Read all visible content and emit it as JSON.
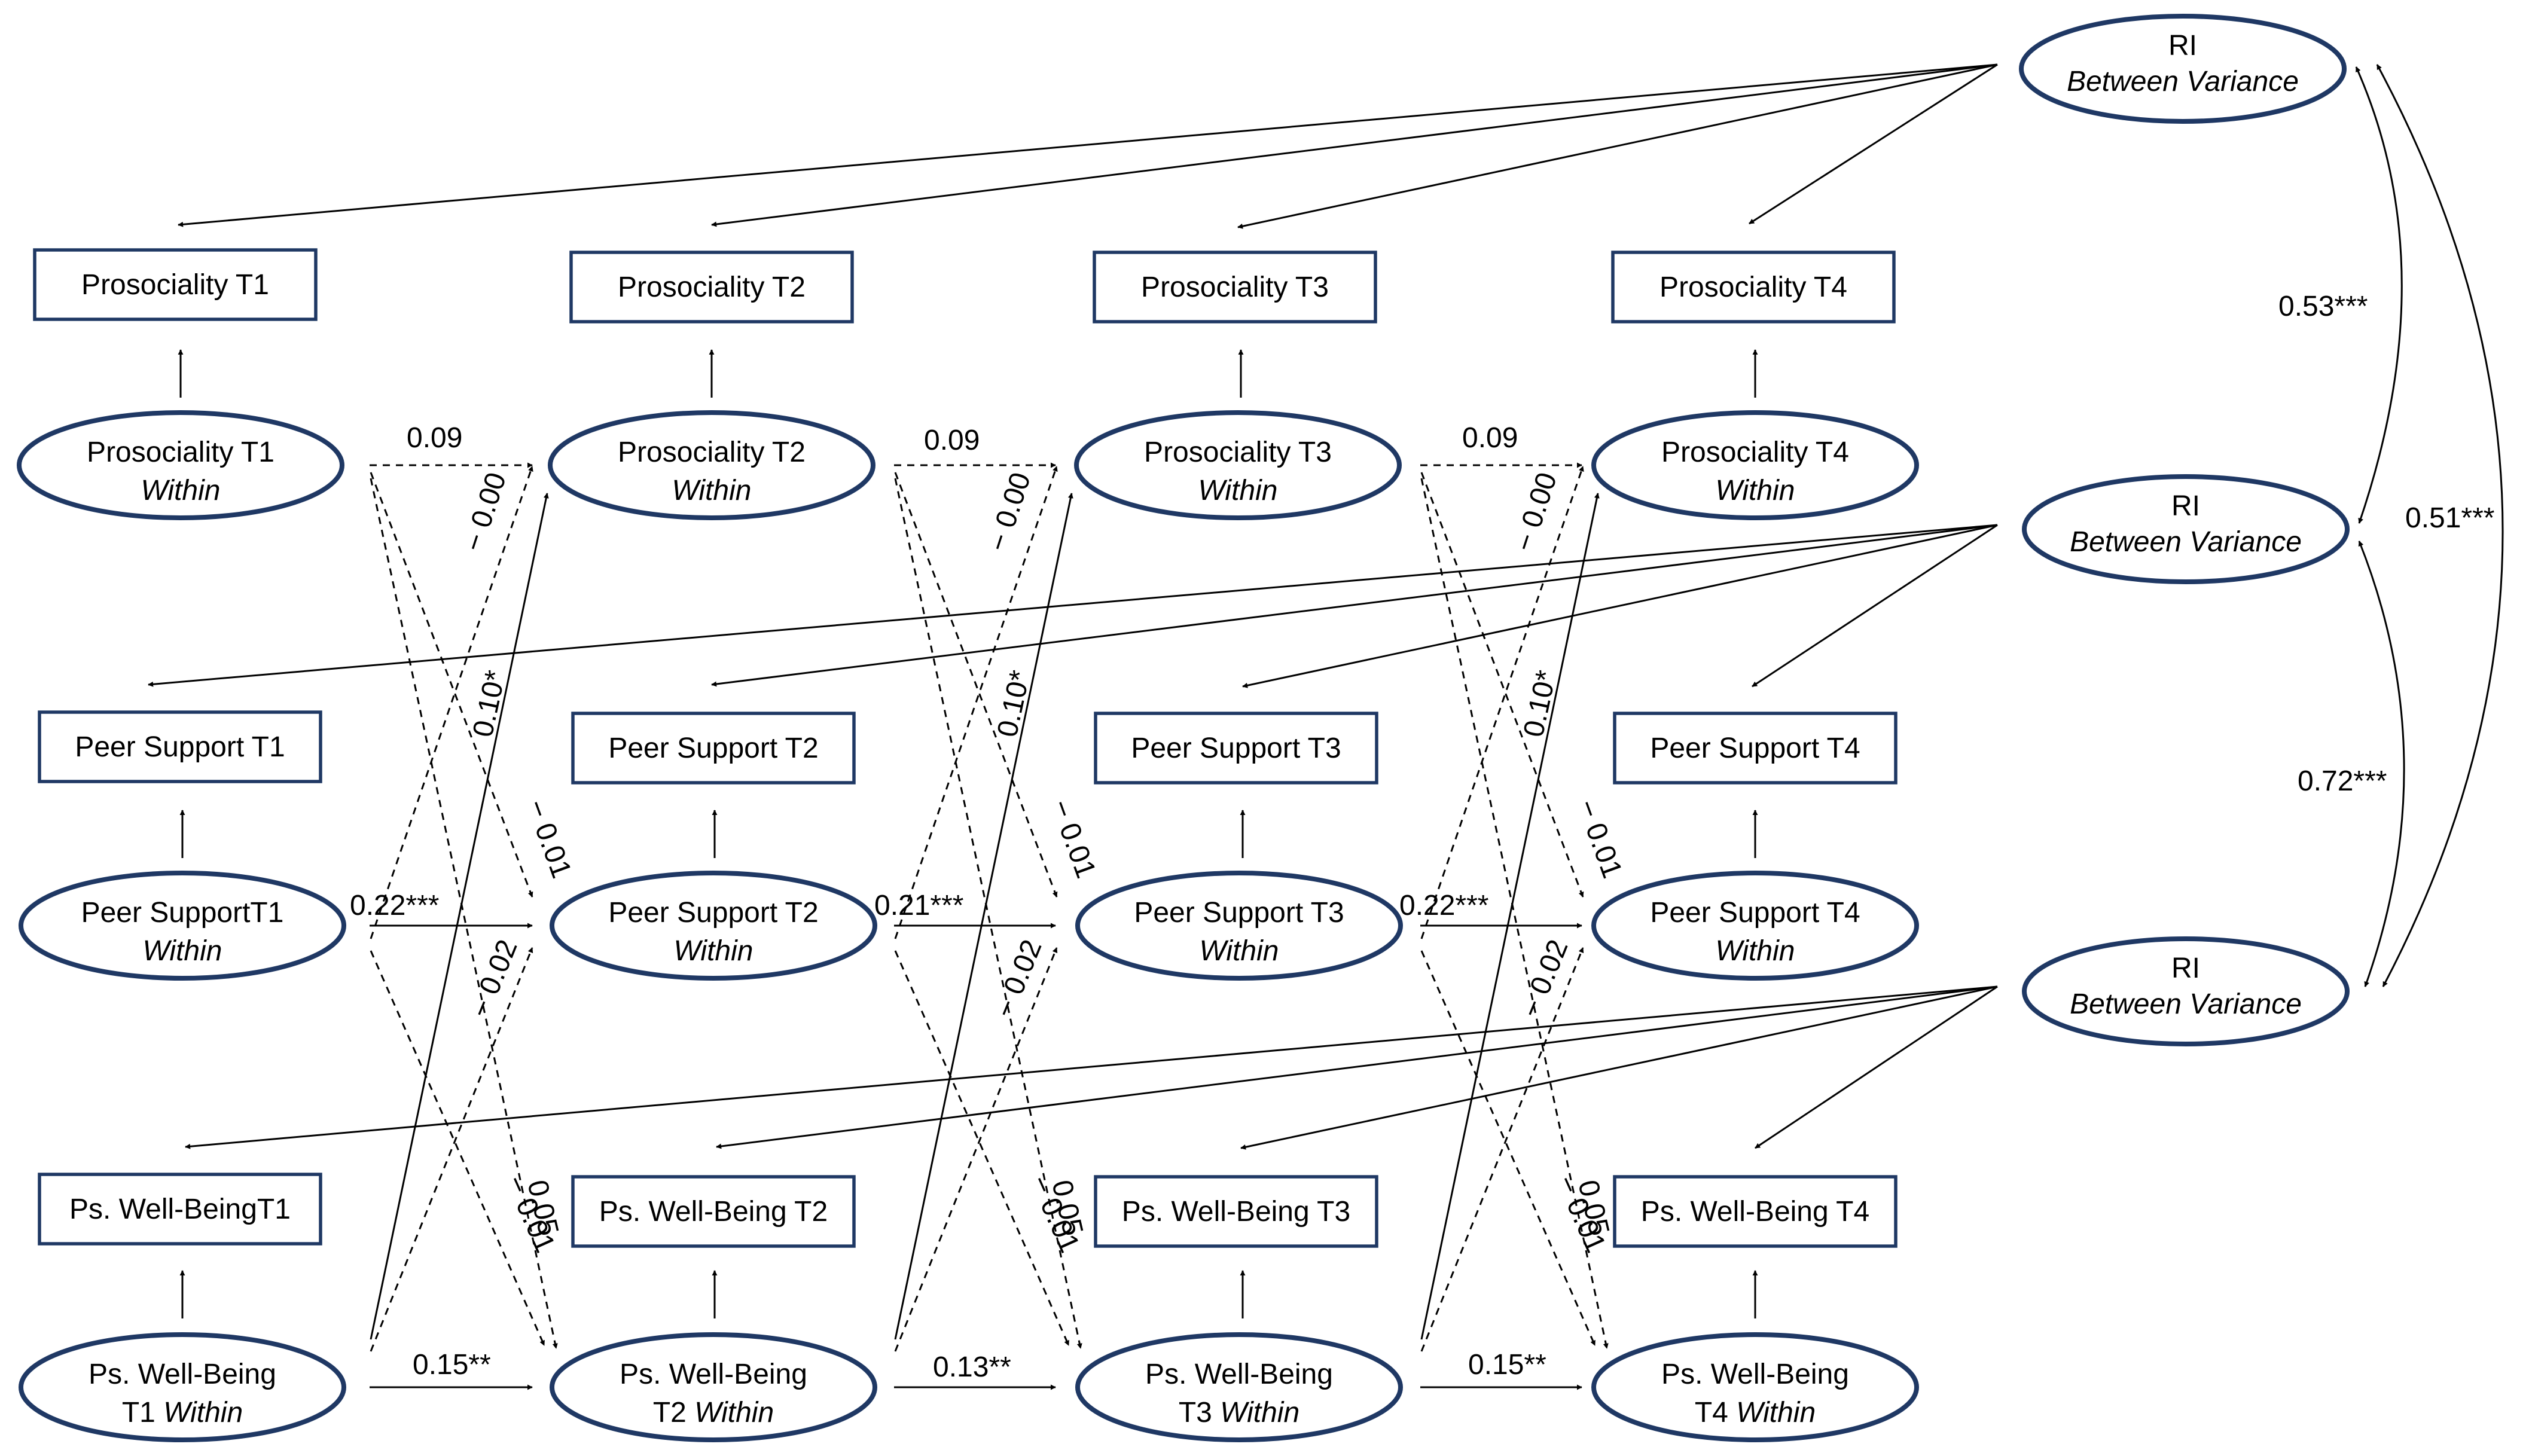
{
  "nodes": {
    "obs_pro_t1": "Prosociality T1",
    "obs_pro_t2": "Prosociality T2",
    "obs_pro_t3": "Prosociality T3",
    "obs_pro_t4": "Prosociality T4",
    "obs_peer_t1": "Peer Support T1",
    "obs_peer_t2": "Peer Support T2",
    "obs_peer_t3": "Peer Support T3",
    "obs_peer_t4": "Peer Support T4",
    "obs_wb_t1": "Ps. Well-BeingT1",
    "obs_wb_t2": "Ps. Well-Being T2",
    "obs_wb_t3": "Ps. Well-Being T3",
    "obs_wb_t4": "Ps. Well-Being T4",
    "within_word": "Within",
    "lat_pro_t1": "Prosociality T1",
    "lat_pro_t2": "Prosociality T2",
    "lat_pro_t3": "Prosociality T3",
    "lat_pro_t4": "Prosociality T4",
    "lat_peer_t1": "Peer SupportT1",
    "lat_peer_t2": "Peer Support T2",
    "lat_peer_t3": "Peer Support T3",
    "lat_peer_t4": "Peer Support T4",
    "lat_wb_line1": "Ps. Well-Being",
    "lat_wb_t1_time": "T1",
    "lat_wb_t2_time": "T2",
    "lat_wb_t3_time": "T3",
    "lat_wb_t4_time": "T4",
    "ri_label": "RI",
    "ri_sub": "Between Variance"
  },
  "coefficients": {
    "pro_ar": "0.09",
    "peer_ar": [
      "0.22***",
      "0.21***",
      "0.22***"
    ],
    "wb_ar": [
      "0.15**",
      "0.13**",
      "0.15**"
    ],
    "peer_to_pro": "− 0.00",
    "wb_to_pro": "0.10*",
    "pro_to_peer": "− 0.01",
    "wb_to_peer": "− 0.02",
    "pro_to_wb": "0.05",
    "peer_to_wb": "− 0.01",
    "ri_pro_peer": "0.53***",
    "ri_pro_wb": "0.51***",
    "ri_peer_wb": "0.72***"
  }
}
